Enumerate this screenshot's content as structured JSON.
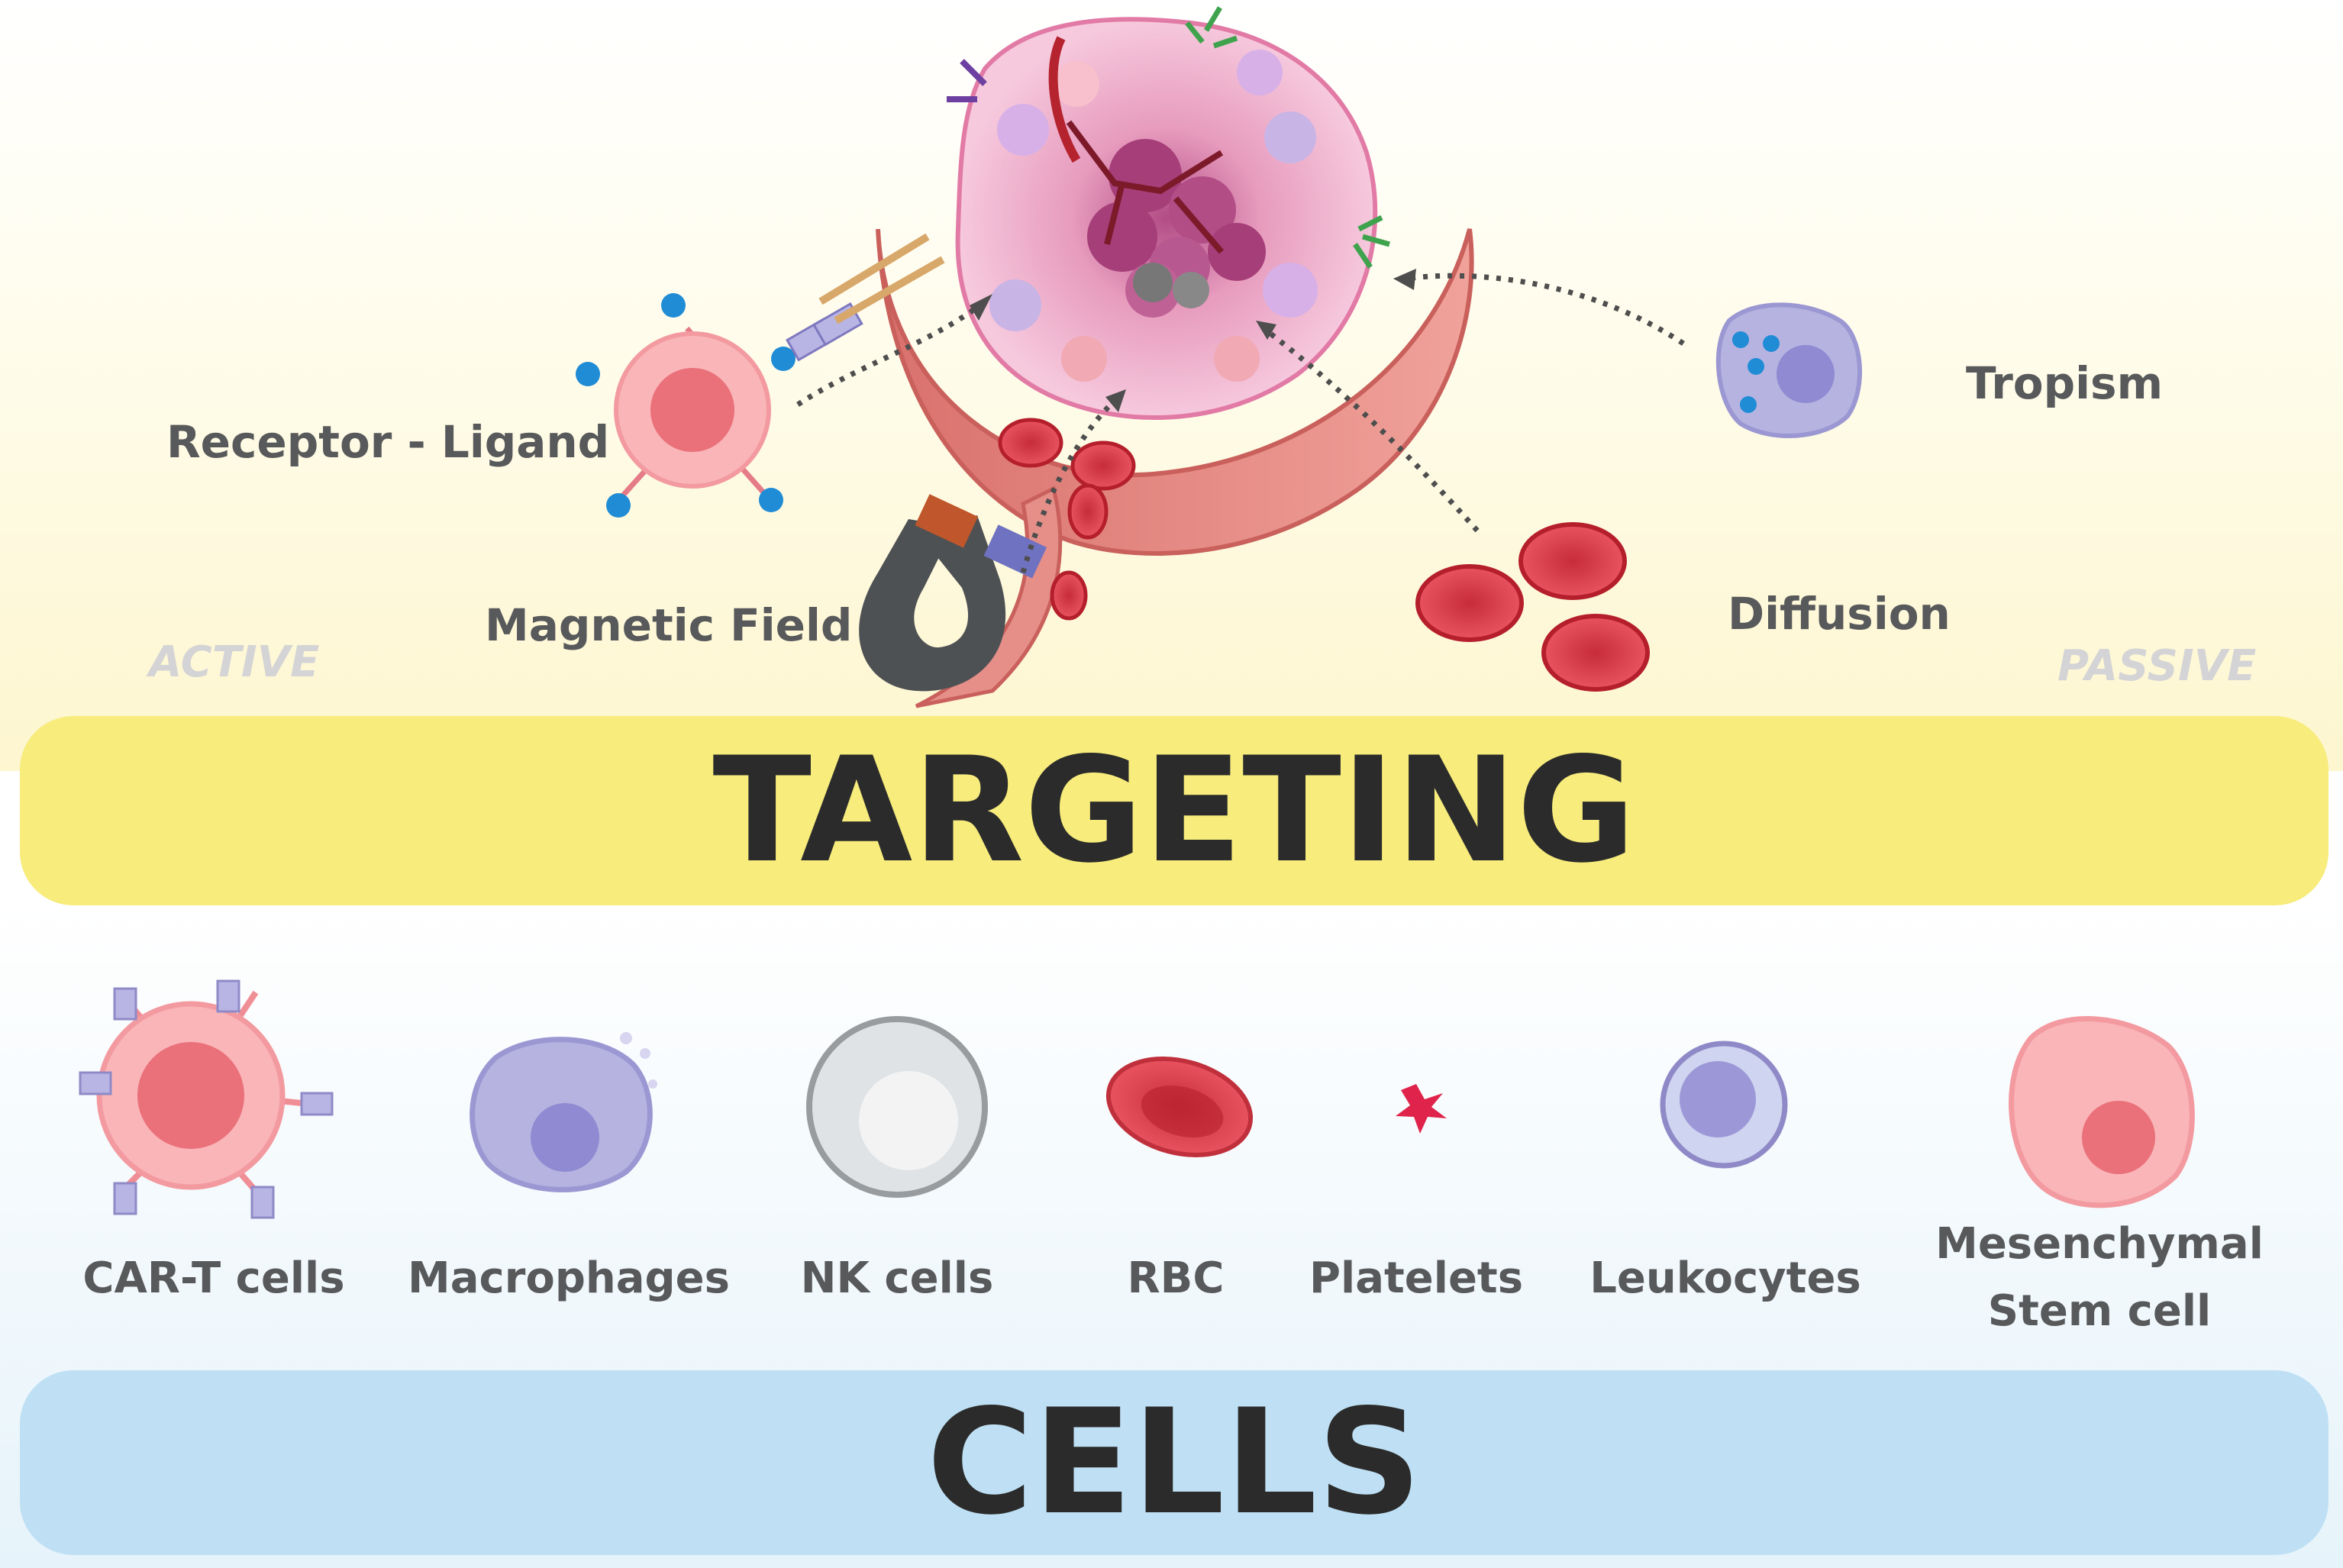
{
  "mechanisms": {
    "receptor_ligand": "Receptor - Ligand",
    "magnetic_field": "Magnetic Field",
    "tropism": "Tropism",
    "diffusion": "Diffusion"
  },
  "sides": {
    "active": "ACTIVE",
    "passive": "PASSIVE"
  },
  "bands": {
    "targeting": "TARGETING",
    "cells": "CELLS"
  },
  "cells": [
    {
      "label": "CAR-T cells",
      "icon": "car-t-cell-icon"
    },
    {
      "label": "Macrophages",
      "icon": "macrophage-icon"
    },
    {
      "label": "NK cells",
      "icon": "nk-cell-icon"
    },
    {
      "label": "RBC",
      "icon": "rbc-icon"
    },
    {
      "label": "Platelets",
      "icon": "platelet-icon"
    },
    {
      "label": "Leukocytes",
      "icon": "leukocyte-icon"
    },
    {
      "label": "Mesenchymal",
      "label2": "Stem cell",
      "icon": "mesenchymal-stem-cell-icon"
    }
  ],
  "colors": {
    "targeting_band": "#f7ec7c",
    "cells_band": "#bfe0f4",
    "text": "#58595b",
    "title_text": "#2b2b2b"
  }
}
